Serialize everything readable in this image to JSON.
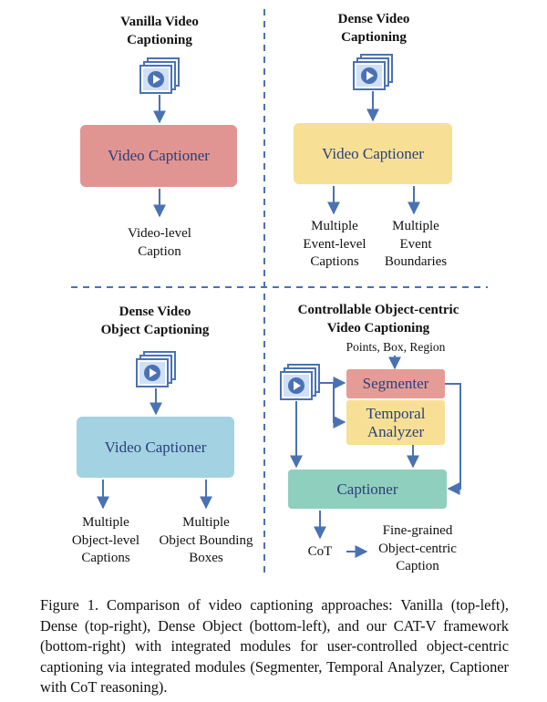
{
  "panels": {
    "vanilla": {
      "title_line1": "Vanilla Video",
      "title_line2": "Captioning",
      "box_label": "Video Captioner",
      "output_line1": "Video-level",
      "output_line2": "Caption"
    },
    "dense": {
      "title_line1": "Dense Video",
      "title_line2": "Captioning",
      "box_label": "Video Captioner",
      "output1_line1": "Multiple",
      "output1_line2": "Event-level",
      "output1_line3": "Captions",
      "output2_line1": "Multiple",
      "output2_line2": "Event",
      "output2_line3": "Boundaries"
    },
    "dense_object": {
      "title_line1": "Dense Video",
      "title_line2": "Object Captioning",
      "box_label": "Video Captioner",
      "output1_line1": "Multiple",
      "output1_line2": "Object-level",
      "output1_line3": "Captions",
      "output2_line1": "Multiple",
      "output2_line2": "Object Bounding",
      "output2_line3": "Boxes"
    },
    "cat_v": {
      "title_line1": "Controllable Object-centric",
      "title_line2": "Video Captioning",
      "prompt_label": "Points, Box, Region",
      "segmenter_label": "Segmenter",
      "temporal_line1": "Temporal",
      "temporal_line2": "Analyzer",
      "captioner_label": "Captioner",
      "cot_label": "CoT",
      "output_line1": "Fine-grained",
      "output_line2": "Object-centric",
      "output_line3": "Caption"
    }
  },
  "figure_caption": "Figure 1.  Comparison of video captioning approaches: Vanilla (top-left), Dense (top-right), Dense Object (bottom-left), and our CAT-V framework (bottom-right) with integrated modules for user-controlled object-centric captioning via integrated modules (Segmenter, Temporal Analyzer, Captioner with CoT reasoning).",
  "colors": {
    "arrow": "#4a72b3",
    "vanilla_box": "#e09593",
    "dense_box": "#f7e096",
    "dense_object_box": "#a3d3e3",
    "segmenter_box": "#e59c96",
    "temporal_box": "#f7e096",
    "captioner_box": "#8fcfbd",
    "icon": "#4a72b3",
    "icon_fill": "#cfe0f7"
  },
  "icons": [
    "video-stack-icon"
  ]
}
